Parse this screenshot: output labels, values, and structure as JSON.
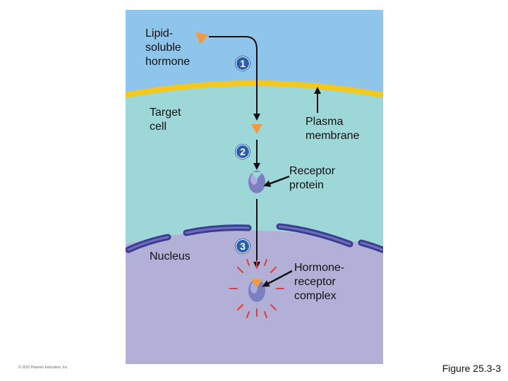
{
  "labels": {
    "hormone": "Lipid-\nsoluble\nhormone",
    "target_cell": "Target\ncell",
    "plasma_membrane": "Plasma\nmembrane",
    "receptor_protein": "Receptor\nprotein",
    "nucleus": "Nucleus",
    "complex": "Hormone-\nreceptor\ncomplex"
  },
  "steps": [
    "1",
    "2",
    "3"
  ],
  "copyright": "© 2010 Pearson Education, Inc.",
  "figure": "Figure 25.3-3",
  "colors": {
    "extracellular": "#8fc5ea",
    "membrane": "#f3c91f",
    "cytoplasm": "#9ed7d7",
    "nucleus": "#b3b0d8",
    "nuclear_envelope": "#3a3d92",
    "hormone": "#ef9a44",
    "receptor": "#7c7fc0",
    "burst": "#e23b3b",
    "step_badge": "#2b5fab"
  }
}
